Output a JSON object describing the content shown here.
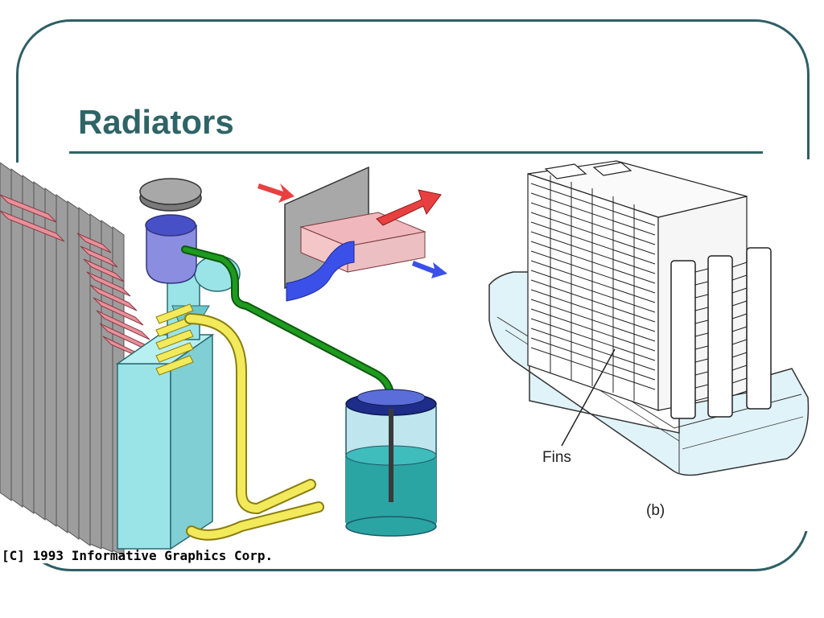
{
  "slide": {
    "title": "Radiators"
  },
  "left_figure": {
    "copyright": "[C] 1993 Informative Graphics Corp.",
    "colors": {
      "core_fins": "#9a9a9a",
      "hot_tubes": "#e8909a",
      "tank": "#99e6ea",
      "cap": "#8a8de0",
      "hose_yellow": "#f2ea5a",
      "overflow_green": "#1e9a1e",
      "reservoir": "#2ba4a4",
      "heat_arrow_red": "#e84040",
      "cool_arrow_blue": "#3a50e8"
    }
  },
  "right_figure": {
    "fins_label": "Fins",
    "caption": "(b)"
  }
}
